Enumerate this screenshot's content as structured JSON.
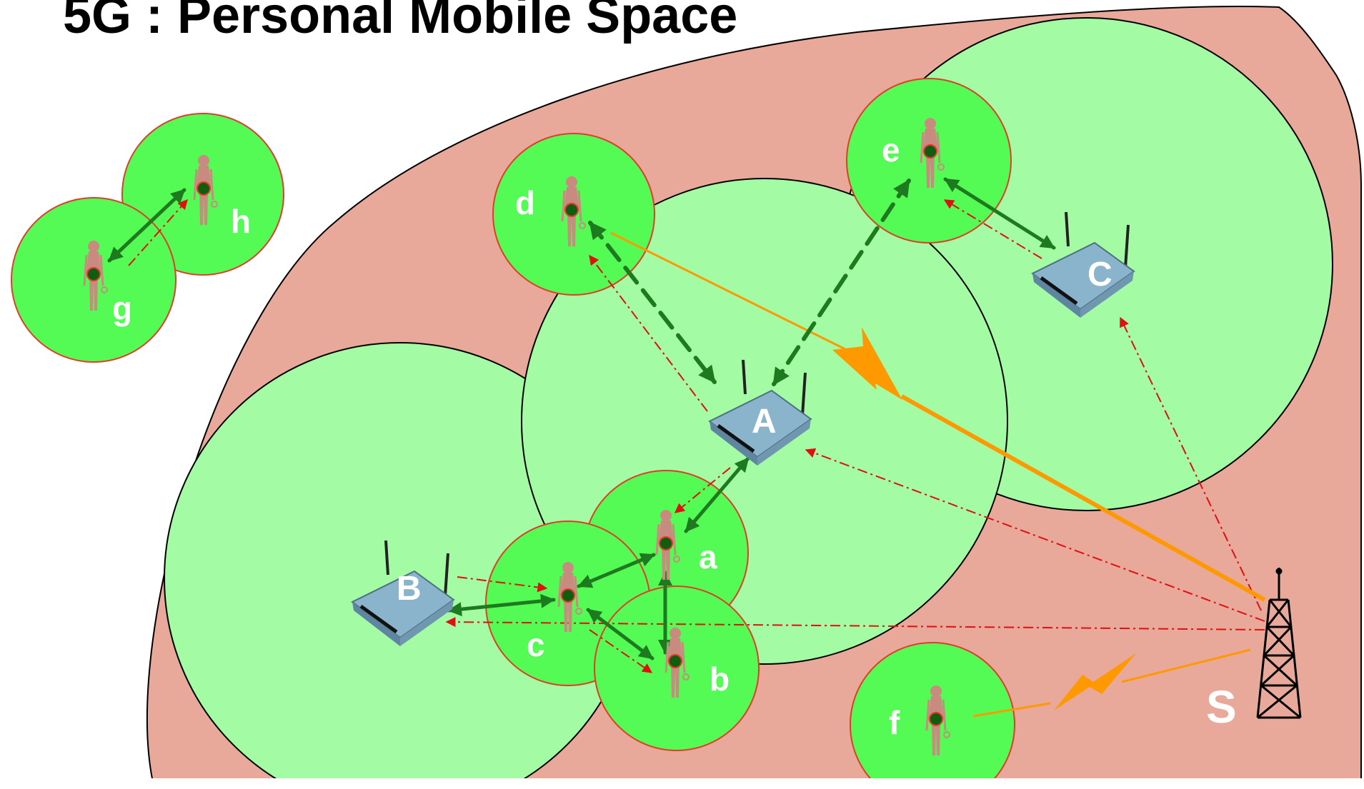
{
  "title": "5G : Personal Mobile Space",
  "colors": {
    "region": "#e8a89a",
    "ap_cell": "#a3fba3",
    "personal_cell": "#55fb55",
    "personal_cell_border": "#e23b2b",
    "link_solid": "#1e7a1e",
    "link_dashed": "#1f8a1f",
    "signal_red": "#e01010",
    "lightning": "#ff9900",
    "person_body": "#c98a7f",
    "person_core": "#0f5d0f",
    "router_body": "#8ab4cc"
  },
  "diagram": {
    "access_points": [
      {
        "id": "A",
        "label": "A"
      },
      {
        "id": "B",
        "label": "B"
      },
      {
        "id": "C",
        "label": "C"
      }
    ],
    "users": [
      {
        "id": "a",
        "label": "a"
      },
      {
        "id": "b",
        "label": "b"
      },
      {
        "id": "c",
        "label": "c"
      },
      {
        "id": "d",
        "label": "d"
      },
      {
        "id": "e",
        "label": "e"
      },
      {
        "id": "f",
        "label": "f"
      },
      {
        "id": "g",
        "label": "g"
      },
      {
        "id": "h",
        "label": "h"
      }
    ],
    "tower": {
      "id": "S",
      "label": "S",
      "icon": "radio-tower-icon"
    },
    "router_icon": "wireless-router-icon",
    "user_icon": "person-icon",
    "links": [
      {
        "from": "g",
        "to": "h",
        "style": "solid-bidirectional"
      },
      {
        "from": "g",
        "to": "h",
        "style": "signal-dashdot"
      },
      {
        "from": "d",
        "to": "A",
        "style": "dashed-bidirectional"
      },
      {
        "from": "e",
        "to": "A",
        "style": "dashed-bidirectional"
      },
      {
        "from": "e",
        "to": "C",
        "style": "solid-bidirectional"
      },
      {
        "from": "a",
        "to": "A",
        "style": "solid-bidirectional"
      },
      {
        "from": "c",
        "to": "a",
        "style": "solid-bidirectional"
      },
      {
        "from": "c",
        "to": "B",
        "style": "solid-bidirectional"
      },
      {
        "from": "c",
        "to": "b",
        "style": "solid-bidirectional"
      },
      {
        "from": "a",
        "to": "b",
        "style": "solid-bidirectional"
      },
      {
        "from": "S",
        "to": "A",
        "style": "signal-dashdot"
      },
      {
        "from": "S",
        "to": "B",
        "style": "signal-dashdot"
      },
      {
        "from": "S",
        "to": "C",
        "style": "signal-dashdot"
      },
      {
        "from": "A",
        "to": "d",
        "style": "signal-dashdot"
      },
      {
        "from": "A",
        "to": "a",
        "style": "signal-dashdot"
      },
      {
        "from": "B",
        "to": "c",
        "style": "signal-dashdot"
      },
      {
        "from": "c",
        "to": "b",
        "style": "signal-dashdot"
      },
      {
        "from": "C",
        "to": "e",
        "style": "signal-dashdot"
      },
      {
        "from": "S",
        "to": "d",
        "style": "lightning"
      },
      {
        "from": "S",
        "to": "f",
        "style": "lightning"
      }
    ]
  }
}
